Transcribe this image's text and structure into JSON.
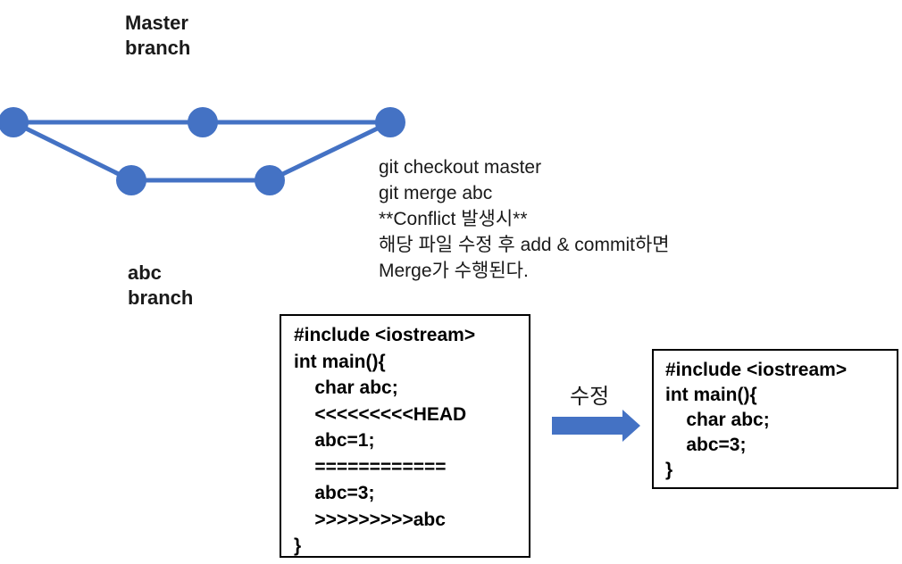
{
  "colors": {
    "accent_blue": "#4472C4",
    "text_black": "#1a1a1a"
  },
  "branch_diagram": {
    "master_label": "Master\nbranch",
    "abc_label": "abc\nbranch"
  },
  "git_commands": {
    "lines": [
      "git checkout master",
      "git merge abc",
      "**Conflict 발생시**",
      "해당 파일 수정 후 add & commit하면",
      "Merge가 수행된다."
    ]
  },
  "conflict_code_box": {
    "lines": [
      "#include <iostream>",
      "int main(){",
      "    char abc;",
      "    <<<<<<<<<HEAD",
      "    abc=1;",
      "    ============",
      "    abc=3;",
      "    >>>>>>>>>abc",
      "}"
    ]
  },
  "arrow": {
    "label": "수정"
  },
  "resolved_code_box": {
    "lines": [
      "#include <iostream>",
      "int main(){",
      "    char abc;",
      "    abc=3;",
      "}"
    ]
  }
}
